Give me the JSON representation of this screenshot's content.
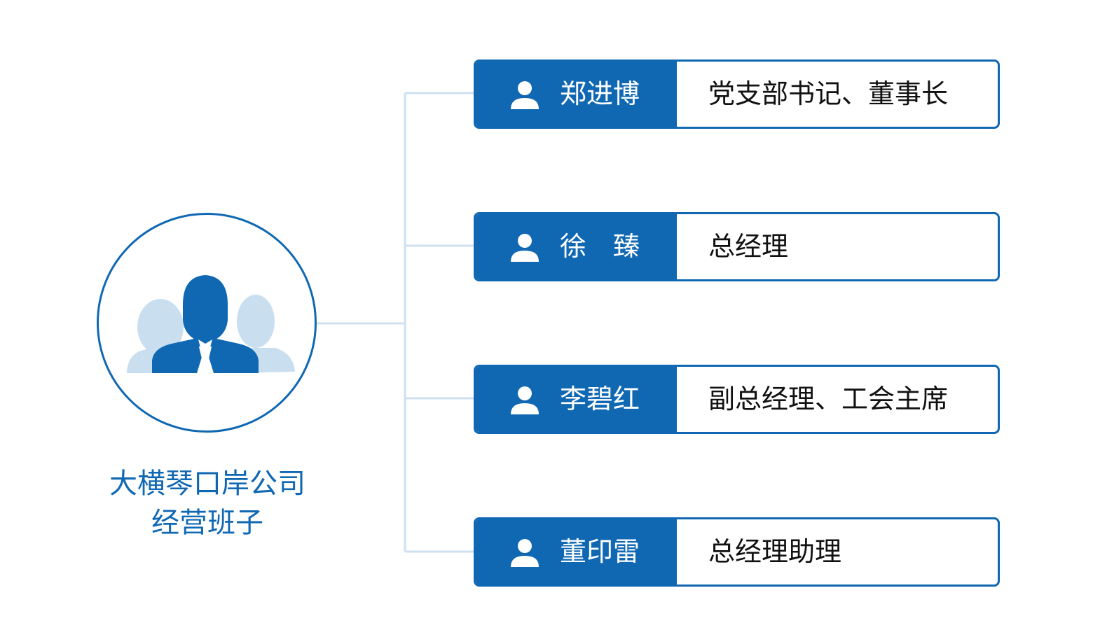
{
  "group": {
    "line1": "大横琴口岸公司",
    "line2": "经营班子",
    "icon": "team-people-icon"
  },
  "members": [
    {
      "name": "郑进博",
      "title": "党支部书记、董事长",
      "icon": "person-icon"
    },
    {
      "name": "徐　臻",
      "title": "总经理",
      "icon": "person-icon"
    },
    {
      "name": "李碧红",
      "title": "副总经理、工会主席",
      "icon": "person-icon"
    },
    {
      "name": "董印雷",
      "title": "总经理助理",
      "icon": "person-icon"
    }
  ],
  "colors": {
    "primary": "#1068b3",
    "connector": "#cfe0f0",
    "ghost": "#c9dff0",
    "title_text": "#111111"
  }
}
